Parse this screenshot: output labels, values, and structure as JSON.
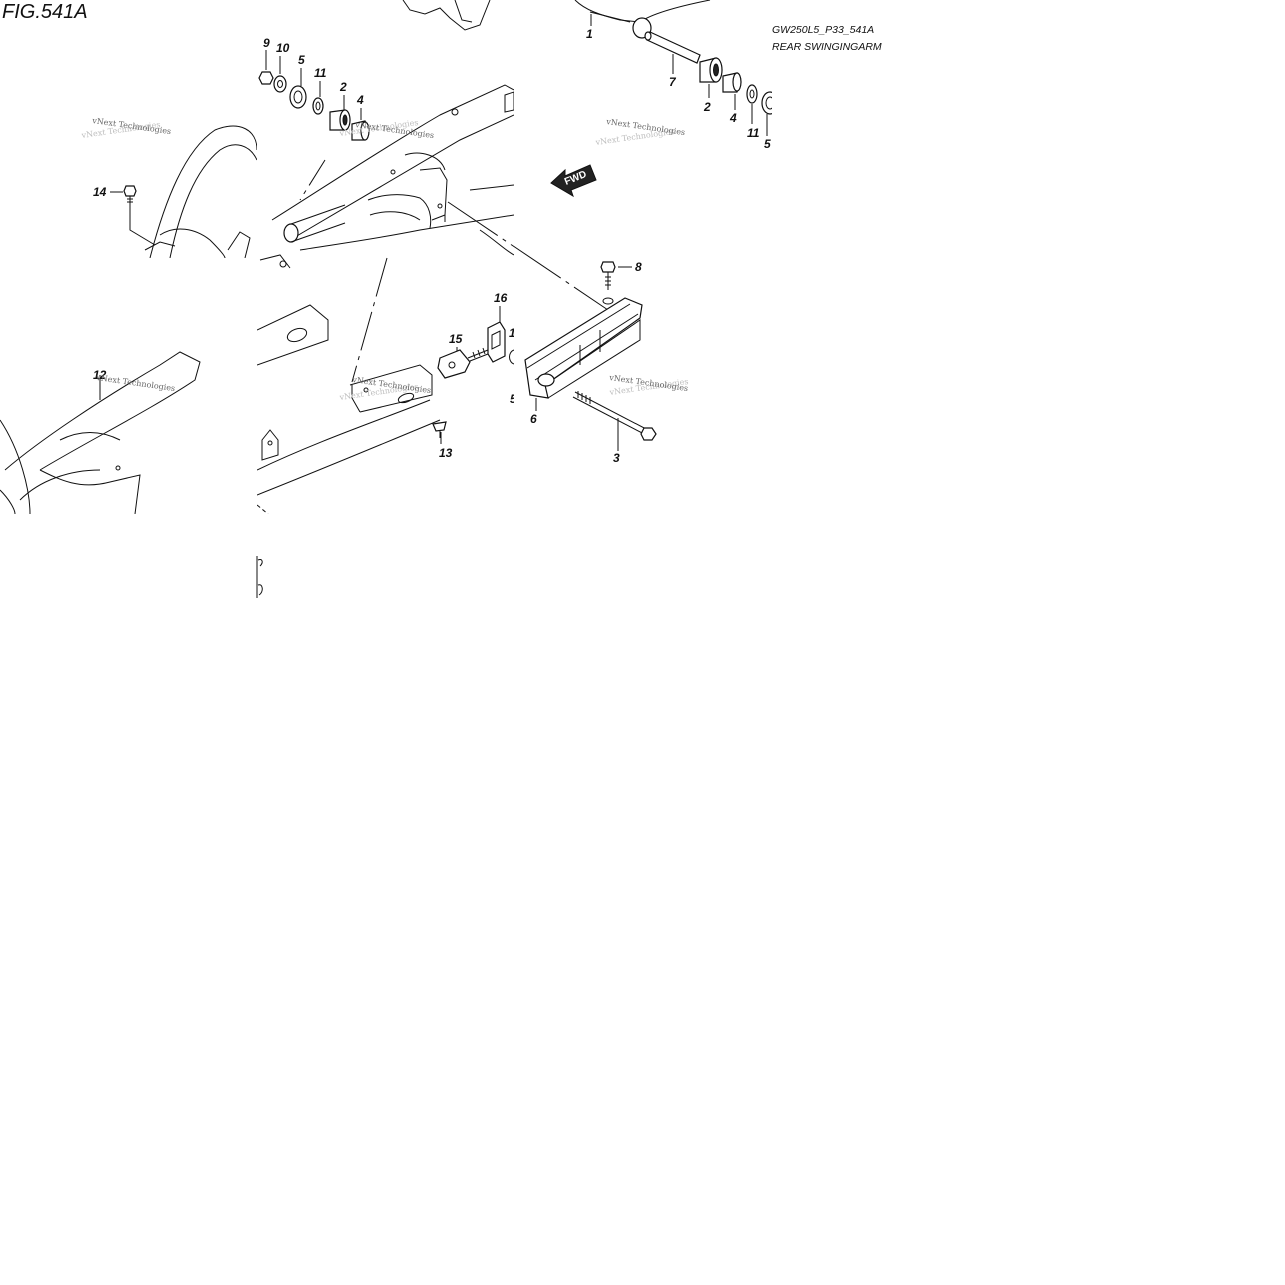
{
  "figure": {
    "title": "FIG.541A",
    "code": "GW250L5_P33_541A",
    "name": "REAR SWINGINGARM",
    "direction_label": "FWD"
  },
  "watermark": "vNext Technologies",
  "callouts": [
    "1",
    "2",
    "2",
    "3",
    "4",
    "4",
    "5",
    "5",
    "6",
    "7",
    "8",
    "9",
    "10",
    "11",
    "11",
    "12",
    "13",
    "14",
    "15",
    "16"
  ],
  "partial_labels": [
    "5",
    "1"
  ]
}
